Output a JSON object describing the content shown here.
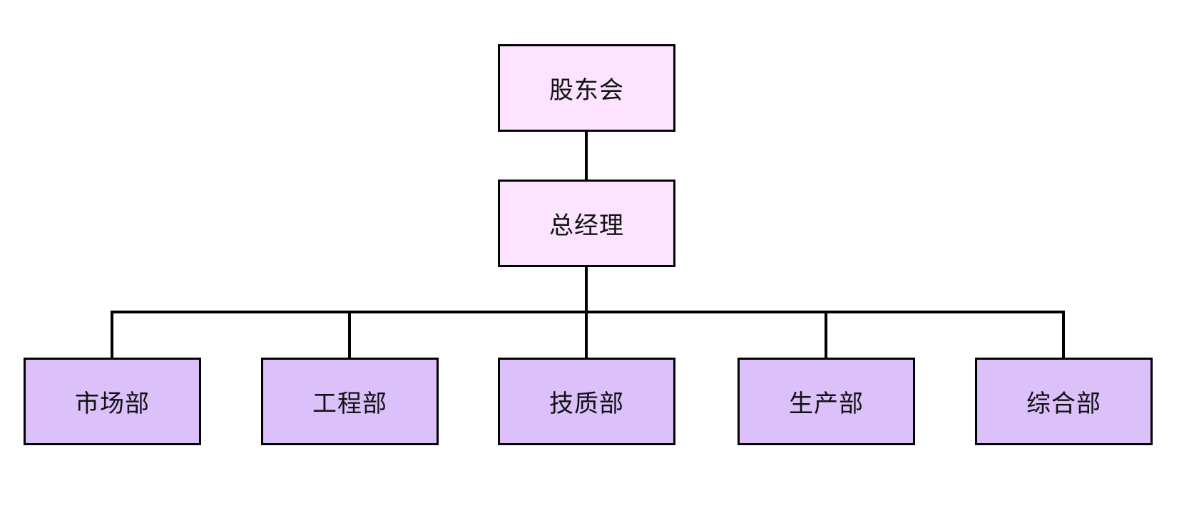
{
  "diagram": {
    "root": {
      "label": "股东会"
    },
    "manager": {
      "label": "总经理"
    },
    "departments": [
      {
        "label": "市场部"
      },
      {
        "label": "工程部"
      },
      {
        "label": "技质部"
      },
      {
        "label": "生产部"
      },
      {
        "label": "综合部"
      }
    ],
    "colors": {
      "upper_fill": "#fce3ff",
      "department_fill": "#dcc0fa",
      "border": "#000000",
      "connector": "#000000"
    }
  }
}
